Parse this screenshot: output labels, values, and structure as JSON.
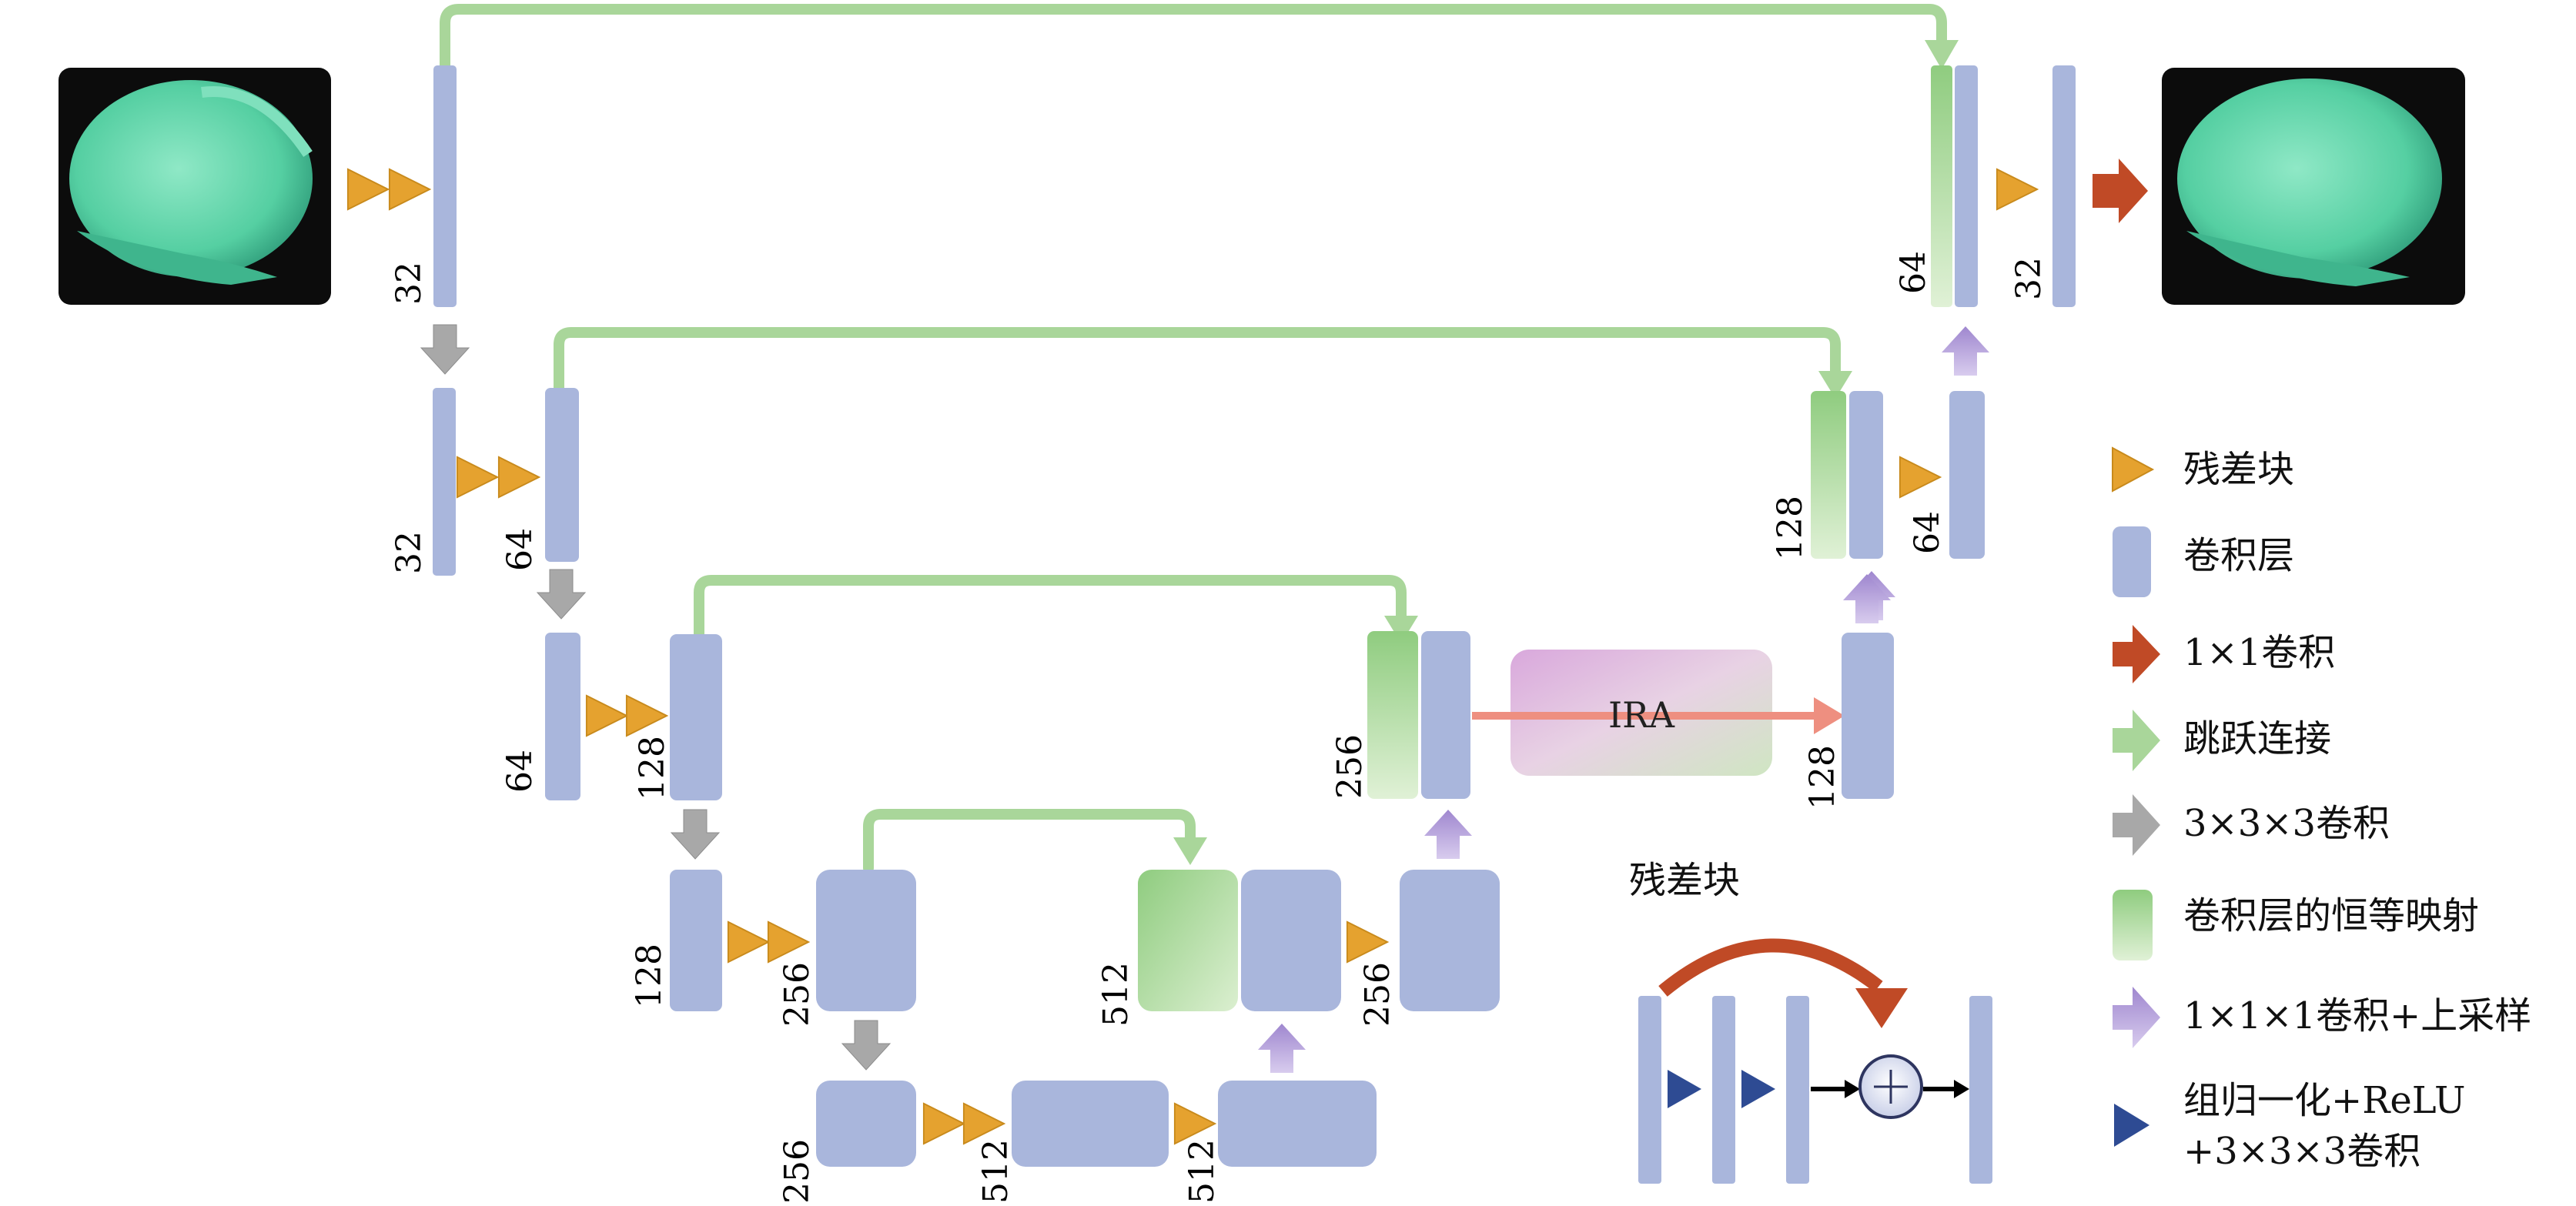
{
  "stages": {
    "s1_left": "32",
    "s1_right_skip": "64",
    "s1_right_out": "32",
    "s2_left_in": "32",
    "s2_left_out": "64",
    "s2_right_skip": "128",
    "s2_right_out": "64",
    "s3_left_in": "64",
    "s3_left_out": "128",
    "s3_right_skip": "256",
    "s3_right_out": "128",
    "s4_left_in": "128",
    "s4_left_out": "256",
    "s4_right_skip": "512",
    "s4_right_out": "256",
    "s5_in": "256",
    "s5_mid": "512",
    "s5_out": "512"
  },
  "ira_label": "IRA",
  "inset_title": "残差块",
  "legend": [
    {
      "icon": "orange-triangle-icon",
      "label": "残差块"
    },
    {
      "icon": "blue-block-icon",
      "label": "卷积层"
    },
    {
      "icon": "red-arrow-icon",
      "label": "1×1卷积"
    },
    {
      "icon": "green-arrow-icon",
      "label": "跳跃连接"
    },
    {
      "icon": "gray-arrow-icon",
      "label": "3×3×3卷积"
    },
    {
      "icon": "green-block-icon",
      "label": "卷积层的恒等映射"
    },
    {
      "icon": "purple-arrow-icon",
      "label": "1×1×1卷积+上采样"
    },
    {
      "icon": "navy-triangle-icon",
      "label": "组归一化+ReLU",
      "label2": "+3×3×3卷积"
    }
  ],
  "colors": {
    "conv_block": "#a9b6dc",
    "skip_green": "#a9d69a",
    "residual_orange": "#e5a22f",
    "down_gray": "#a8a8a8",
    "up_purple": "#b9a3dc",
    "out_red": "#c04a26",
    "norm_navy": "#2e4b93"
  }
}
